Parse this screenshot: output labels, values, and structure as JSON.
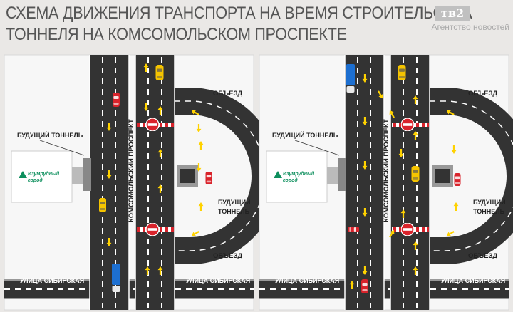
{
  "header": {
    "title_line1": "СХЕМА ДВИЖЕНИЯ ТРАНСПОРТА НА ВРЕМЯ СТРОИТЕЛЬСТВА",
    "title_line2": "ТОННЕЛЯ НА КОМСОМОЛЬСКОМ ПРОСПЕКТЕ",
    "logo": "тв2",
    "agency": "Агентство новостей"
  },
  "panels": [
    {
      "avenue": "КОМСОМОЛЬСКИЙ ПРОСПЕКТ",
      "street": "УЛИЦА СИБИРСКАЯ",
      "future_tunnel_left": "БУДУЩИЙ ТОННЕЛЬ",
      "future_tunnel_right_1": "БУДУЩИЙ",
      "future_tunnel_right_2": "ТОННЕЛЬ",
      "detour_top": "ОБЪЕЗД",
      "detour_bottom": "ОБЪЕЗД",
      "building_sign_1": "Изумрудный",
      "building_sign_2": "город"
    },
    {
      "avenue": "КОМСОМОЛЬСКИЙ ПРОСПЕКТ",
      "street": "УЛИЦА СИБИРСКАЯ",
      "future_tunnel_left": "БУДУЩИЙ ТОННЕЛЬ",
      "future_tunnel_right_1": "БУДУЩИЙ",
      "future_tunnel_right_2": "ТОННЕЛЬ",
      "detour_top": "ОБЪЕЗД",
      "detour_bottom": "ОБЪЕЗД",
      "building_sign_1": "Изумрудный",
      "building_sign_2": "город"
    }
  ],
  "colors": {
    "road": "#333333",
    "arrow": "#ffd200",
    "car_red": "#d9232b",
    "car_yellow": "#f5c400",
    "truck_blue": "#1d6fd0",
    "brand_green": "#0d8f5d"
  },
  "icons": [
    "no-entry-sign-icon",
    "barrier-icon",
    "direction-arrow-icon",
    "car-icon",
    "truck-icon"
  ]
}
